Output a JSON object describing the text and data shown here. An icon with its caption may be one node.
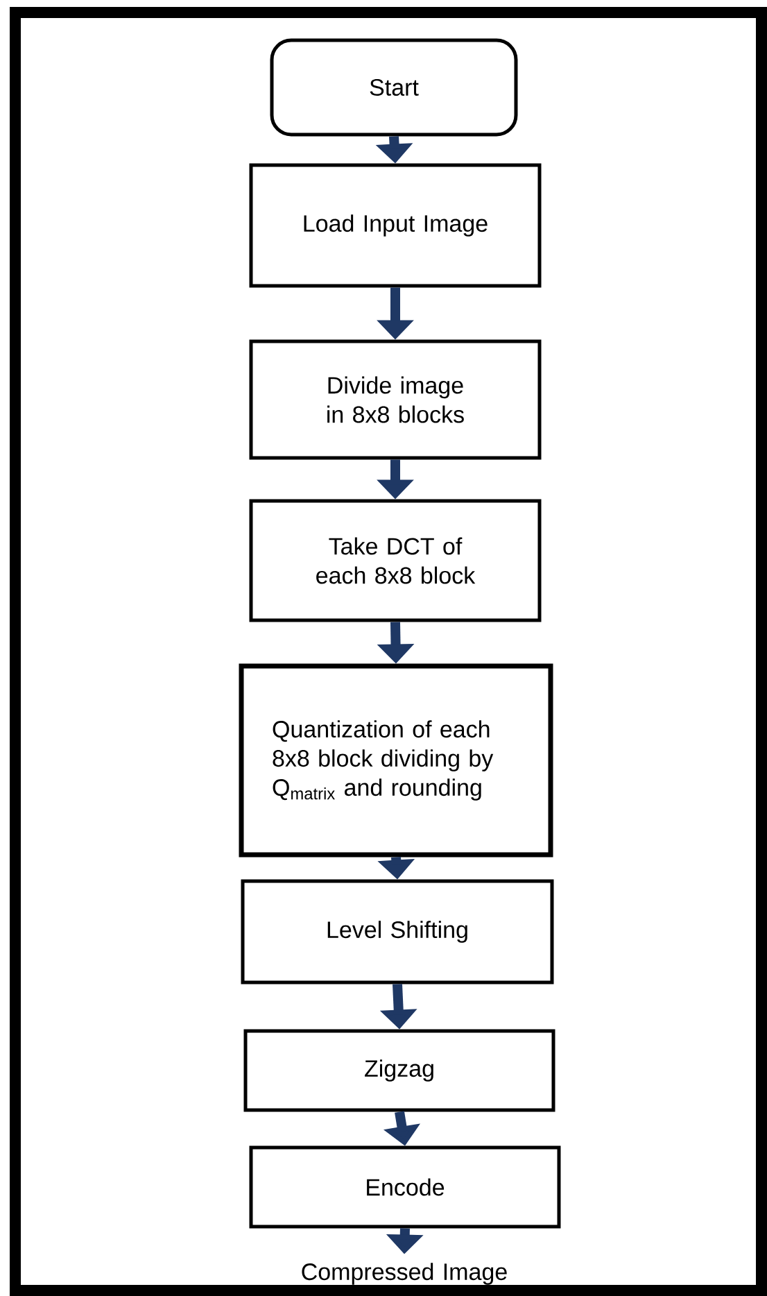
{
  "diagram": {
    "nodes": [
      {
        "text": [
          "Start"
        ]
      },
      {
        "text": [
          "Load Input Image"
        ]
      },
      {
        "text": [
          "Divide image in 8x8 blocks"
        ]
      },
      {
        "text": [
          "Take DCT of each 8x8 block"
        ]
      },
      {
        "text": [
          "Quantization of each 8x8 block dividing by Q$_{matrix}$ and rounding"
        ]
      },
      {
        "text": [
          "Level  Shifting"
        ]
      },
      {
        "text": [
          "Zigzag"
        ]
      },
      {
        "text": [
          "Encode"
        ]
      },
      {
        "text": [
          "Compressed Image"
        ]
      }
    ],
    "edges": [
      {
        "from": 0,
        "to": 1,
        "arrow": "to"
      },
      {
        "from": 1,
        "to": 2,
        "arrow": "to"
      },
      {
        "from": 2,
        "to": 3,
        "arrow": "to"
      },
      {
        "from": 3,
        "to": 4,
        "arrow": "to"
      },
      {
        "from": 4,
        "to": 5,
        "arrow": "to"
      },
      {
        "from": 5,
        "to": 6,
        "arrow": "to"
      },
      {
        "from": 6,
        "to": 7,
        "arrow": "to"
      },
      {
        "from": 7,
        "to": 8,
        "arrow": "to"
      }
    ]
  }
}
